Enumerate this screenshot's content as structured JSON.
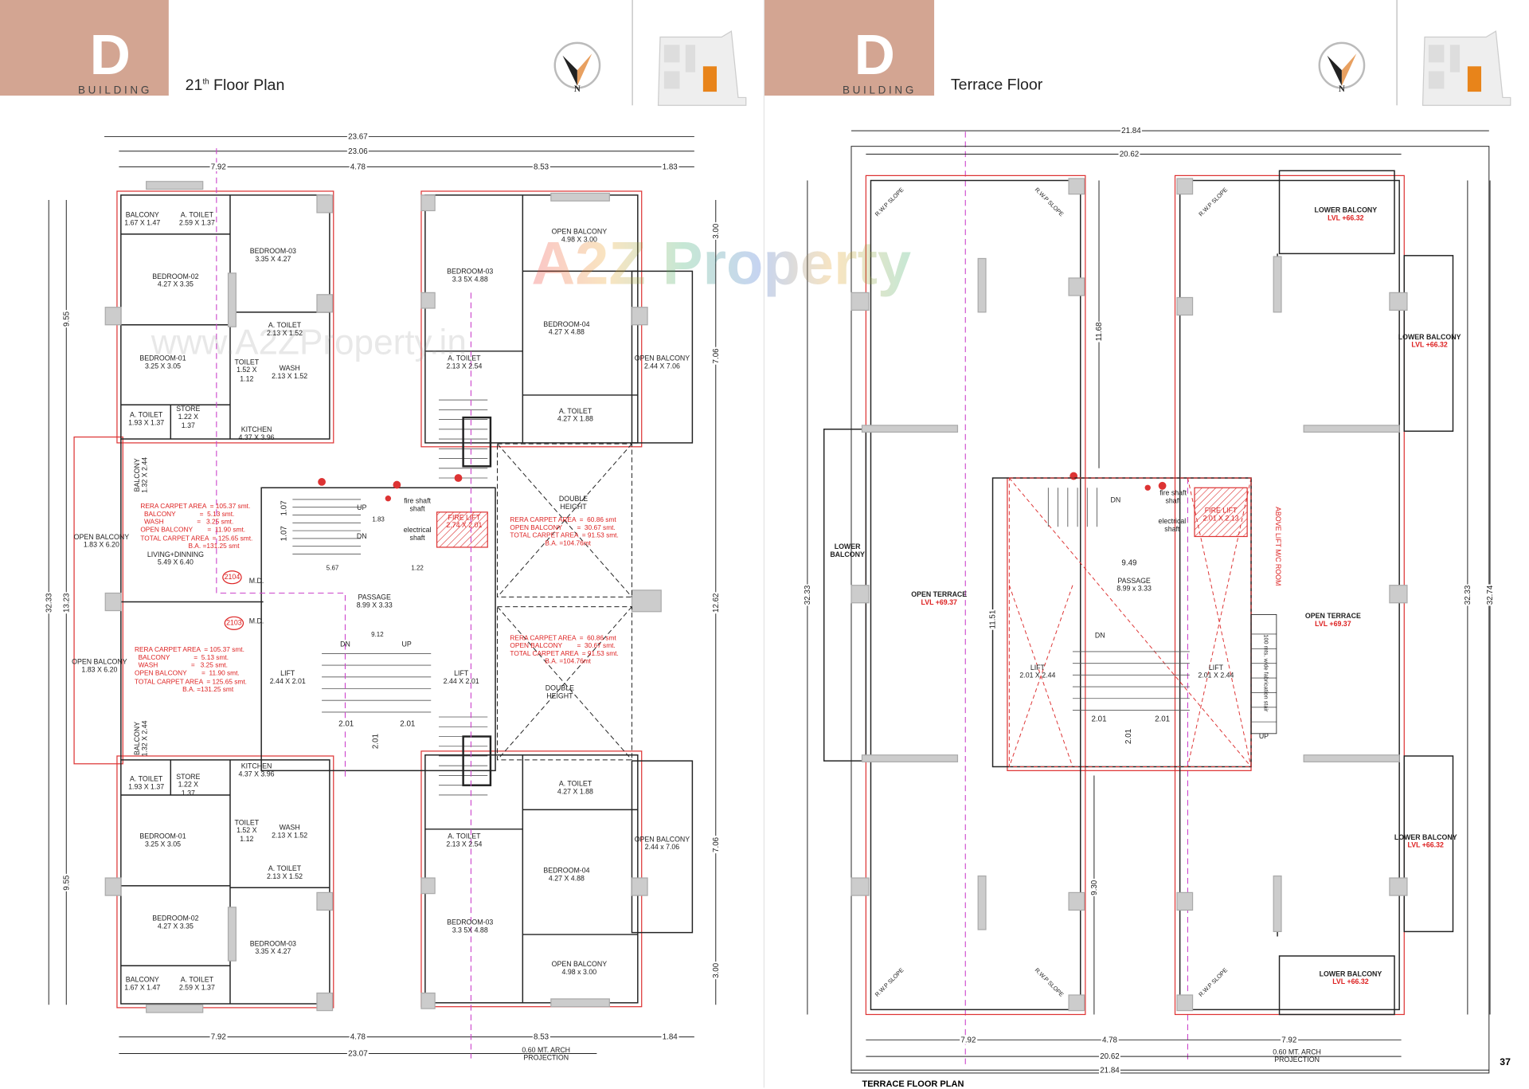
{
  "left_page": {
    "building_letter": "D",
    "building_word": "BUILDING",
    "title_number": "21",
    "title_sup": "th",
    "title_rest": " Floor Plan",
    "compass_label": "N",
    "key_plan_highlight": "#e8841a",
    "brand_color": "#d3a592",
    "dims": [
      "23.67",
      "23.06",
      "7.92",
      "4.78",
      "8.53",
      "1.83",
      "7.92",
      "4.78",
      "8.53",
      "1.84",
      "23.07",
      "9.55",
      "32.33",
      "13.23",
      "9.55",
      "12.62",
      "3.00",
      "7.06",
      "7.06",
      "3.00"
    ],
    "projection": [
      "0.60 MT. ARCH",
      "PROJECTION"
    ],
    "rooms": [
      {
        "name": "BALCONY",
        "size": "1.67 X 1.47"
      },
      {
        "name": "A. TOILET",
        "size": "2.59 X 1.37"
      },
      {
        "name": "BEDROOM-03",
        "size": "3.35 X 4.27"
      },
      {
        "name": "BEDROOM-02",
        "size": "4.27 X 3.35"
      },
      {
        "name": "A. TOILET",
        "size": "2.13 X 1.52"
      },
      {
        "name": "BEDROOM-01",
        "size": "3.25 X 3.05"
      },
      {
        "name": "TOILET",
        "size": "1.52 X 1.12"
      },
      {
        "name": "WASH",
        "size": "2.13 X 1.52"
      },
      {
        "name": "A. TOILET",
        "size": "1.93 X 1.37"
      },
      {
        "name": "STORE",
        "size": "1.22 X 1.37"
      },
      {
        "name": "KITCHEN",
        "size": "4.37 X 3.96"
      },
      {
        "name": "OPEN BALCONY",
        "size": "1.83 X 6.20"
      },
      {
        "name": "LIVING+DINNING",
        "size": "5.49 X 6.40"
      },
      {
        "name": "PASSAGE",
        "size": "8.99 X 3.33"
      },
      {
        "name": "OPEN BALCONY",
        "size": "1.83 X 6.20"
      },
      {
        "name": "LIFT",
        "size": "2.44 X 2.01"
      },
      {
        "name": "LIFT",
        "size": "2.44 X 2.01"
      },
      {
        "name": "KITCHEN",
        "size": "4.37 X 3.96"
      },
      {
        "name": "A. TOILET",
        "size": "1.93 X 1.37"
      },
      {
        "name": "STORE",
        "size": "1.22 X 1.37"
      },
      {
        "name": "BEDROOM-01",
        "size": "3.25 X 3.05"
      },
      {
        "name": "TOILET",
        "size": "1.52 X 1.12"
      },
      {
        "name": "WASH",
        "size": "2.13 X 1.52"
      },
      {
        "name": "A. TOILET",
        "size": "2.13 X 1.52"
      },
      {
        "name": "BEDROOM-02",
        "size": "4.27 X 3.35"
      },
      {
        "name": "BEDROOM-03",
        "size": "3.35 X 4.27"
      },
      {
        "name": "BALCONY",
        "size": "1.67 X 1.47"
      },
      {
        "name": "A. TOILET",
        "size": "2.59 X 1.37"
      },
      {
        "name": "OPEN BALCONY",
        "size": "4.98 X 3.00"
      },
      {
        "name": "BEDROOM-03",
        "size": "3.3 5X 4.88"
      },
      {
        "name": "BEDROOM-04",
        "size": "4.27 X 4.88"
      },
      {
        "name": "A. TOILET",
        "size": "2.13 X 2.54"
      },
      {
        "name": "OPEN BALCONY",
        "size": "2.44 X 7.06"
      },
      {
        "name": "A. TOILET",
        "size": "4.27 X 1.88"
      },
      {
        "name": "DOUBLE",
        "size": "HEIGHT"
      },
      {
        "name": "DOUBLE",
        "size": "HEIGHT"
      },
      {
        "name": "A. TOILET",
        "size": "4.27 X 1.88"
      },
      {
        "name": "OPEN BALCONY",
        "size": "2.44 x 7.06"
      },
      {
        "name": "A. TOILET",
        "size": "2.13 X 2.54"
      },
      {
        "name": "BEDROOM-04",
        "size": "4.27 X 4.88"
      },
      {
        "name": "BEDROOM-03",
        "size": "3.3 5X 4.88"
      },
      {
        "name": "OPEN BALCONY",
        "size": "4.98 x 3.00"
      },
      {
        "name": "fire shaft",
        "size": "shaft"
      },
      {
        "name": "electrical",
        "size": "shaft"
      },
      {
        "name": "FIRE LIFT",
        "size": "2.74 X 2.01"
      },
      {
        "name": "BALCONY",
        "size": "1.32 X 2.44"
      },
      {
        "name": "BALCONY",
        "size": "1.32 X 2.44"
      }
    ],
    "unit_numbers": [
      "2104",
      "2103"
    ],
    "main_door": "M.D.",
    "stair": {
      "up": "UP",
      "dn": "DN",
      "d1": "2.01",
      "d2": "2.01",
      "d3": "2.01",
      "w": "1.07",
      "w2": "1.07",
      "run": "1.83",
      "len": "5.67",
      "s": "1.22",
      "pass": "9.12"
    },
    "area_3bhk": "RERA CARPET AREA  = 105.37 smt.\n  BALCONY             =  5.13 smt.\n  WASH                  =   3.25 smt.\nOPEN BALCONY        =  11.90 smt.\nTOTAL CARPET AREA  = 125.65 smt.\n                          B.A. =131.25 smt",
    "area_2bhk": "RERA CARPET AREA  =  60.86 smt\nOPEN BALCONY        =  30.67 smt.\nTOTAL CARPET AREA  = 91.53 smt.\n                   B.A. =104.76mt",
    "watermark_url": "www.A2ZProperty.in",
    "watermark_brand": "A2Z Property"
  },
  "right_page": {
    "building_letter": "D",
    "building_word": "BUILDING",
    "title": "Terrace Floor",
    "compass_label": "N",
    "dims": [
      "21.84",
      "20.62",
      "11.68",
      "9.49",
      "11.51",
      "32.33",
      "32.33",
      "32.74",
      "9.30",
      "7.92",
      "4.78",
      "7.92",
      "20.62",
      "21.84"
    ],
    "projection": [
      "0.60 MT. ARCH",
      "PROJECTION"
    ],
    "labels": [
      {
        "name": "LOWER BALCONY",
        "level": "LVL +66.32"
      },
      {
        "name": "LOWER BALCONY",
        "level": "LVL +66.32"
      },
      {
        "name": "LOWER BALCONY",
        "level": ""
      },
      {
        "name": "OPEN TERRACE",
        "level": "LVL +69.37"
      },
      {
        "name": "OPEN TERRACE",
        "level": "LVL +69.37"
      },
      {
        "name": "LOWER BALCONY",
        "level": "LVL +66.32"
      },
      {
        "name": "LOWER BALCONY",
        "level": "LVL +66.32"
      }
    ],
    "rooms": [
      {
        "name": "PASSAGE",
        "size": "8.99 x 3.33"
      },
      {
        "name": "LIFT",
        "size": "2.01 X 2.44"
      },
      {
        "name": "LIFT",
        "size": "2.01 X 2.44"
      },
      {
        "name": "FIRE LIFT",
        "size": "2.01 X 2.13"
      },
      {
        "name": "fire shaft",
        "size": "shaft"
      },
      {
        "name": "electrical",
        "size": "shaft"
      }
    ],
    "lift_room": "ABOVE LIFT M/C ROOM",
    "fab_stair": "100 mts. wide fabrication stair",
    "rwp": "R.W.P SLOPE",
    "stair": {
      "dn": "DN",
      "dn2": "DN",
      "up": "UP",
      "d1": "2.01",
      "d2": "2.01",
      "d3": "2.01"
    },
    "page_number": "37",
    "footer_title": "TERRACE  FLOOR PLAN"
  }
}
